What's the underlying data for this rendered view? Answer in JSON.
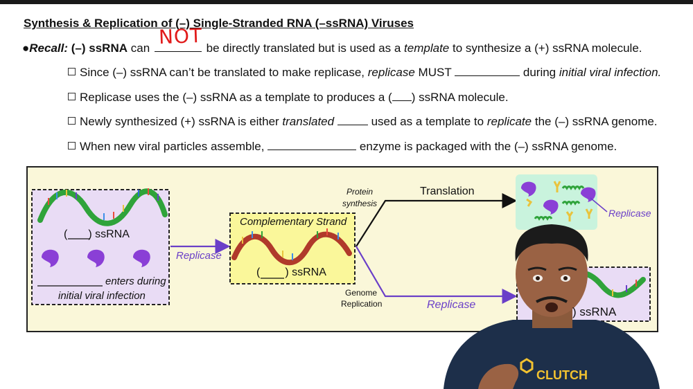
{
  "title": "Synthesis & Replication of (–) Single-Stranded RNA (–ssRNA) Viruses",
  "recall": {
    "bullet": "●",
    "label": "Recall:",
    "subject": "(–) ssRNA",
    "can": "can",
    "handwritten": "NOT",
    "rest_a": "be directly translated but is used as a",
    "template_word": "template",
    "rest_b": "to synthesize a (+) ssRNA molecule."
  },
  "bullets": [
    {
      "a": "Since (–) ssRNA can’t be translated to make replicase,",
      "b": "replicase",
      "c": "MUST",
      "d": "during",
      "e": "initial viral infection."
    },
    {
      "a": "Replicase uses the (–) ssRNA as a template to produces a (",
      "b": ") ssRNA molecule."
    },
    {
      "a": "Newly synthesized (+) ssRNA is either",
      "b": "translated",
      "c": "used as a template to",
      "d": "replicate",
      "e": "the (–) ssRNA genome."
    },
    {
      "a": "When new viral particles assemble,",
      "b": "enzyme is packaged with the (–) ssRNA genome."
    }
  ],
  "diagram": {
    "left_box": {
      "ssrna_label_open": "(",
      "ssrna_label_close": ") ssRNA",
      "enters_text": "enters during",
      "infection_text": "initial viral infection"
    },
    "arrow_replicase_1": "Replicase",
    "middle_box": {
      "title": "Complementary Strand",
      "ssrna_label_open": "(",
      "ssrna_label_close": ") ssRNA"
    },
    "protein_synthesis": [
      "Protein",
      "synthesis"
    ],
    "translation": "Translation",
    "genome_replication": [
      "Genome",
      "Replication"
    ],
    "arrow_replicase_2": "Replicase",
    "replicase_callout": "Replicase",
    "right_box_label": ") ssRNA",
    "logo_text": "CLUTCH"
  },
  "colors": {
    "green_strand": "#2fa33a",
    "red_strand": "#b03a2a",
    "enzyme_purple": "#8a3fd6",
    "arrow_purple": "#6a3fc8",
    "left_box_fill": "#e9dcf5",
    "middle_box_fill": "#faf79a",
    "protein_box_fill": "#c9f3dd",
    "panel_fill": "#faf7d9"
  }
}
